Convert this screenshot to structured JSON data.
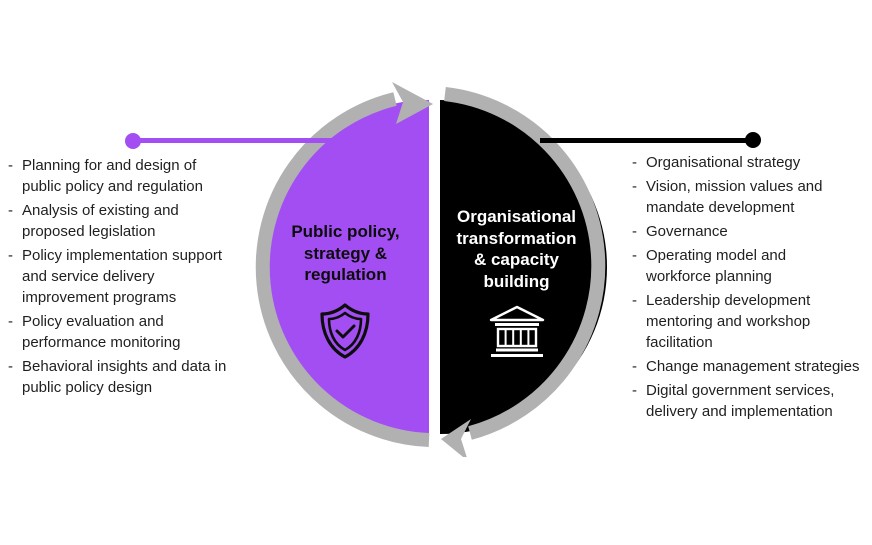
{
  "diagram": {
    "bullet_char": "-",
    "left_panel": {
      "items": [
        {
          "text": "Planning for and design of\npublic policy and regulation"
        },
        {
          "text": "Analysis of existing and\nproposed legislation"
        },
        {
          "text": "Policy implementation support\nand service delivery\nimprovement programs"
        },
        {
          "text": "Policy evaluation and\nperformance monitoring"
        },
        {
          "text": "Behavioral insights and data in\npublic policy design"
        }
      ]
    },
    "right_panel": {
      "items": [
        {
          "text": "Organisational strategy"
        },
        {
          "text": "Vision, mission values and\nmandate development"
        },
        {
          "text": "Governance"
        },
        {
          "text": "Operating model and\nworkforce planning"
        },
        {
          "text": "Leadership development\nmentoring and workshop\nfacilitation"
        },
        {
          "text": "Change management strategies"
        },
        {
          "text": "Digital government services,\ndelivery and implementation"
        }
      ]
    },
    "left_segment": {
      "title": "Public policy,\nstrategy &\nregulation",
      "icon": "shield-check-icon",
      "color": "#a24ef2"
    },
    "right_segment": {
      "title": "Organisational\ntransformation\n& capacity\nbuilding",
      "icon": "bank-icon",
      "color": "#000000"
    },
    "colors": {
      "purple": "#a24ef2",
      "black": "#000000",
      "arrow_ring_gray": "#b1b1b1",
      "list_text": "#1f1f1f",
      "background": "#ffffff"
    }
  }
}
